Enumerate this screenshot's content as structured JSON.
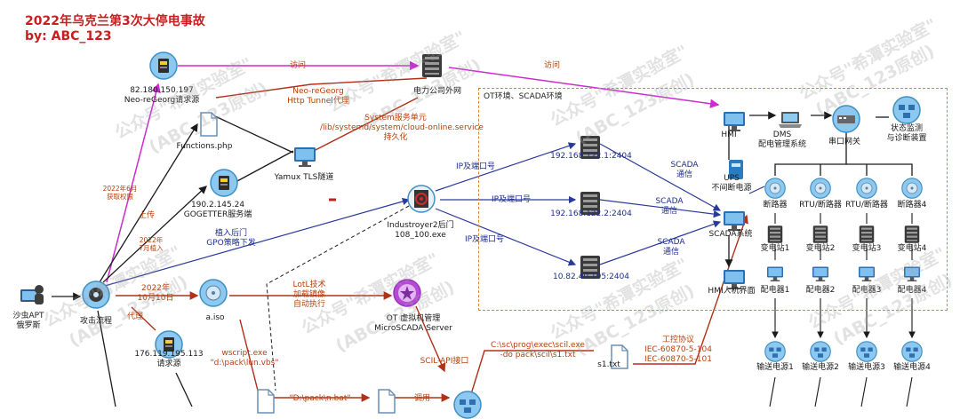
{
  "title": {
    "line1": "2022年乌克兰第3次大停电事故",
    "line2": "by: ABC_123"
  },
  "ot_box_label": "OT环境、SCADA环境",
  "watermark": {
    "line1": "公众号\"希潭实验室\"",
    "line2": "(ABC_123原创)"
  },
  "nodes": {
    "apt": "沙虫APT\n俄罗斯",
    "attack": "攻击流程",
    "src_82": "82.180.150.197\nNeo-reGeorg请求源",
    "functions": "Functions.php",
    "gogetter_ip": "190.2.145.24\nGOGETTER服务端",
    "yamux": "Yamux TLS隧道",
    "power_ext": "电力公司外网",
    "neo_proxy": "Neo-reGeorg\nHttp Tunnel代理",
    "systemd": "System服务单元\n/lib/systemd/system/cloud-online.service\n持久化",
    "gpo": "植入后门\nGPO策略下发",
    "industroyer": "Industroyer2后门\n108_100.exe",
    "aiso": "a.iso",
    "proxy_src": "176.119.195.113\n请求源",
    "microscada": "OT 虚拟机管理\nMicroSCADA Server",
    "wscript": "wscript.exe\n\"d:\\pack\\lun.vbs\"",
    "nbat": "\"D:\\pack\\n.bat\"",
    "scil": "SCIL-API接口",
    "sclic": "C:\\sc\\prog\\exec\\scil.exe\n-do pack\\scil\\s1.txt",
    "s1": "s1.txt",
    "ics": "工控协议\nIEC-60870-5-104\nIEC-60870-5-101",
    "ip1": "192.168.122.1:2404",
    "ip2": "192.168.122.2:2404",
    "ip3": "10.82.40.105:2404",
    "hmi": "HMI",
    "dms": "DMS\n配电管理系统",
    "serial": "串口网关",
    "status": "状态监测\n与诊断装置",
    "ups": "UPS\n不间断电源",
    "scada_sys": "SCADA系统",
    "hmi_if": "HMI人机界面"
  },
  "edges": {
    "visit1": "访问",
    "visit2": "访问",
    "june": "2022年6月\n获取权限",
    "upload": "上传",
    "july": "2022年\n7月植入",
    "oct": "2022年\n10月10日",
    "proxy": "代理",
    "lotl": "LotL技术\n加载镜像\n自动执行",
    "ipport1": "IP及端口号",
    "ipport2": "IP及端口号",
    "ipport3": "IP及端口号",
    "scada1": "SCADA\n通信",
    "scada2": "SCADA\n通信",
    "scada3": "SCADA\n通信",
    "call": "调用"
  },
  "columns": [
    {
      "top": "断路器",
      "sub": "变电站1",
      "dist": "配电器1",
      "out": "输送电源1"
    },
    {
      "top": "RTU/断路器",
      "sub": "变电站2",
      "dist": "配电器2",
      "out": "输送电源2"
    },
    {
      "top": "RTU/断路器",
      "sub": "变电站3",
      "dist": "配电器3",
      "out": "输送电源3"
    },
    {
      "top": "断路器4",
      "sub": "变电站4",
      "dist": "配电器4",
      "out": "输送电源4"
    }
  ],
  "colors": {
    "pink": "#cc2bd0",
    "darkred": "#b03018",
    "navy": "#2a3a9a",
    "orange": "#e0852c",
    "black": "#1a1a1a"
  }
}
